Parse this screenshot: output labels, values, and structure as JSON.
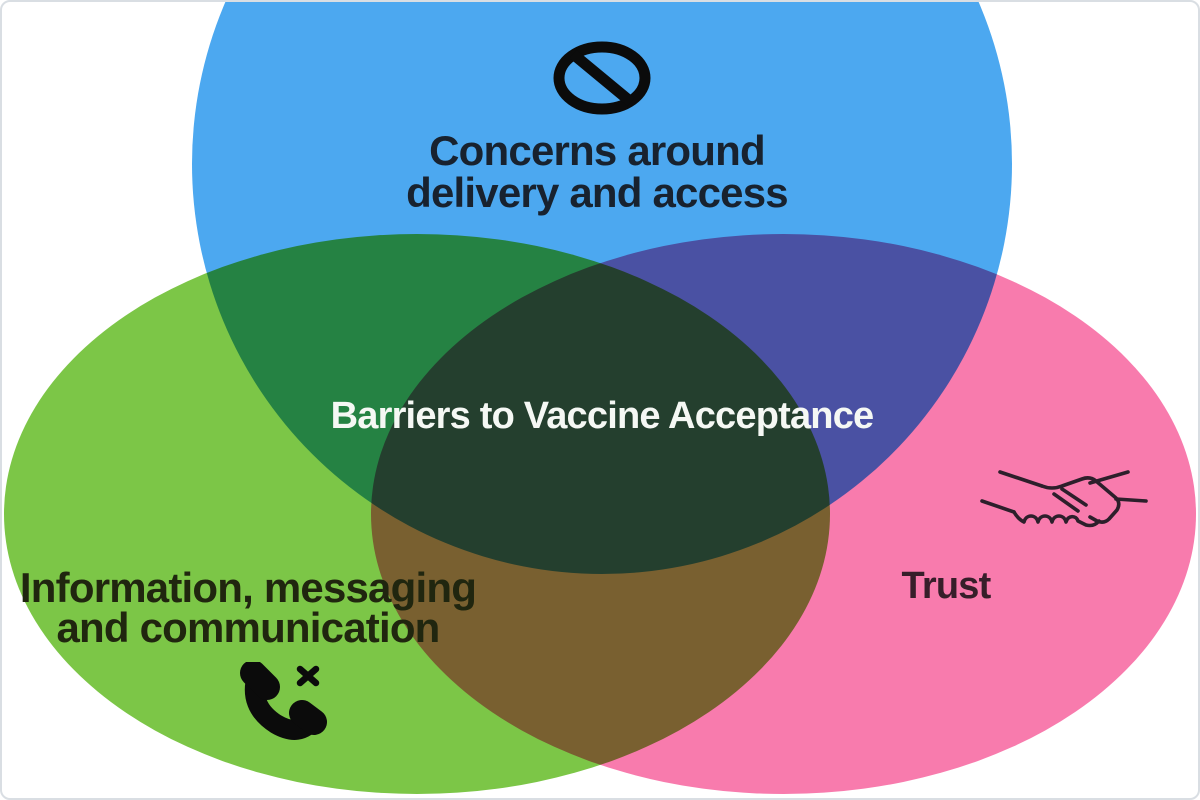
{
  "card": {
    "background": "#ffffff",
    "border_color": "#d9dee3"
  },
  "venn": {
    "center_label": "Barriers to Vaccine Acceptance",
    "center_label_color": "#f5f8f4",
    "sets": [
      {
        "id": "delivery-access",
        "label_lines": [
          "Concerns around",
          "delivery and access"
        ],
        "fill": "#4CA8F0",
        "label_color": "#18222f",
        "icon": "prohibition",
        "icon_color": "#0b0b0b"
      },
      {
        "id": "information-communication",
        "label_lines": [
          "Information, messaging",
          "and communication"
        ],
        "fill": "#7CC647",
        "label_color": "#20260f",
        "icon": "phone-missed-call",
        "icon_color": "#0b0b0b"
      },
      {
        "id": "trust",
        "label_lines": [
          "Trust"
        ],
        "fill": "#F87BAD",
        "label_color": "#371e2a",
        "icon": "handshake",
        "icon_color": "#2d1f2b"
      }
    ]
  }
}
